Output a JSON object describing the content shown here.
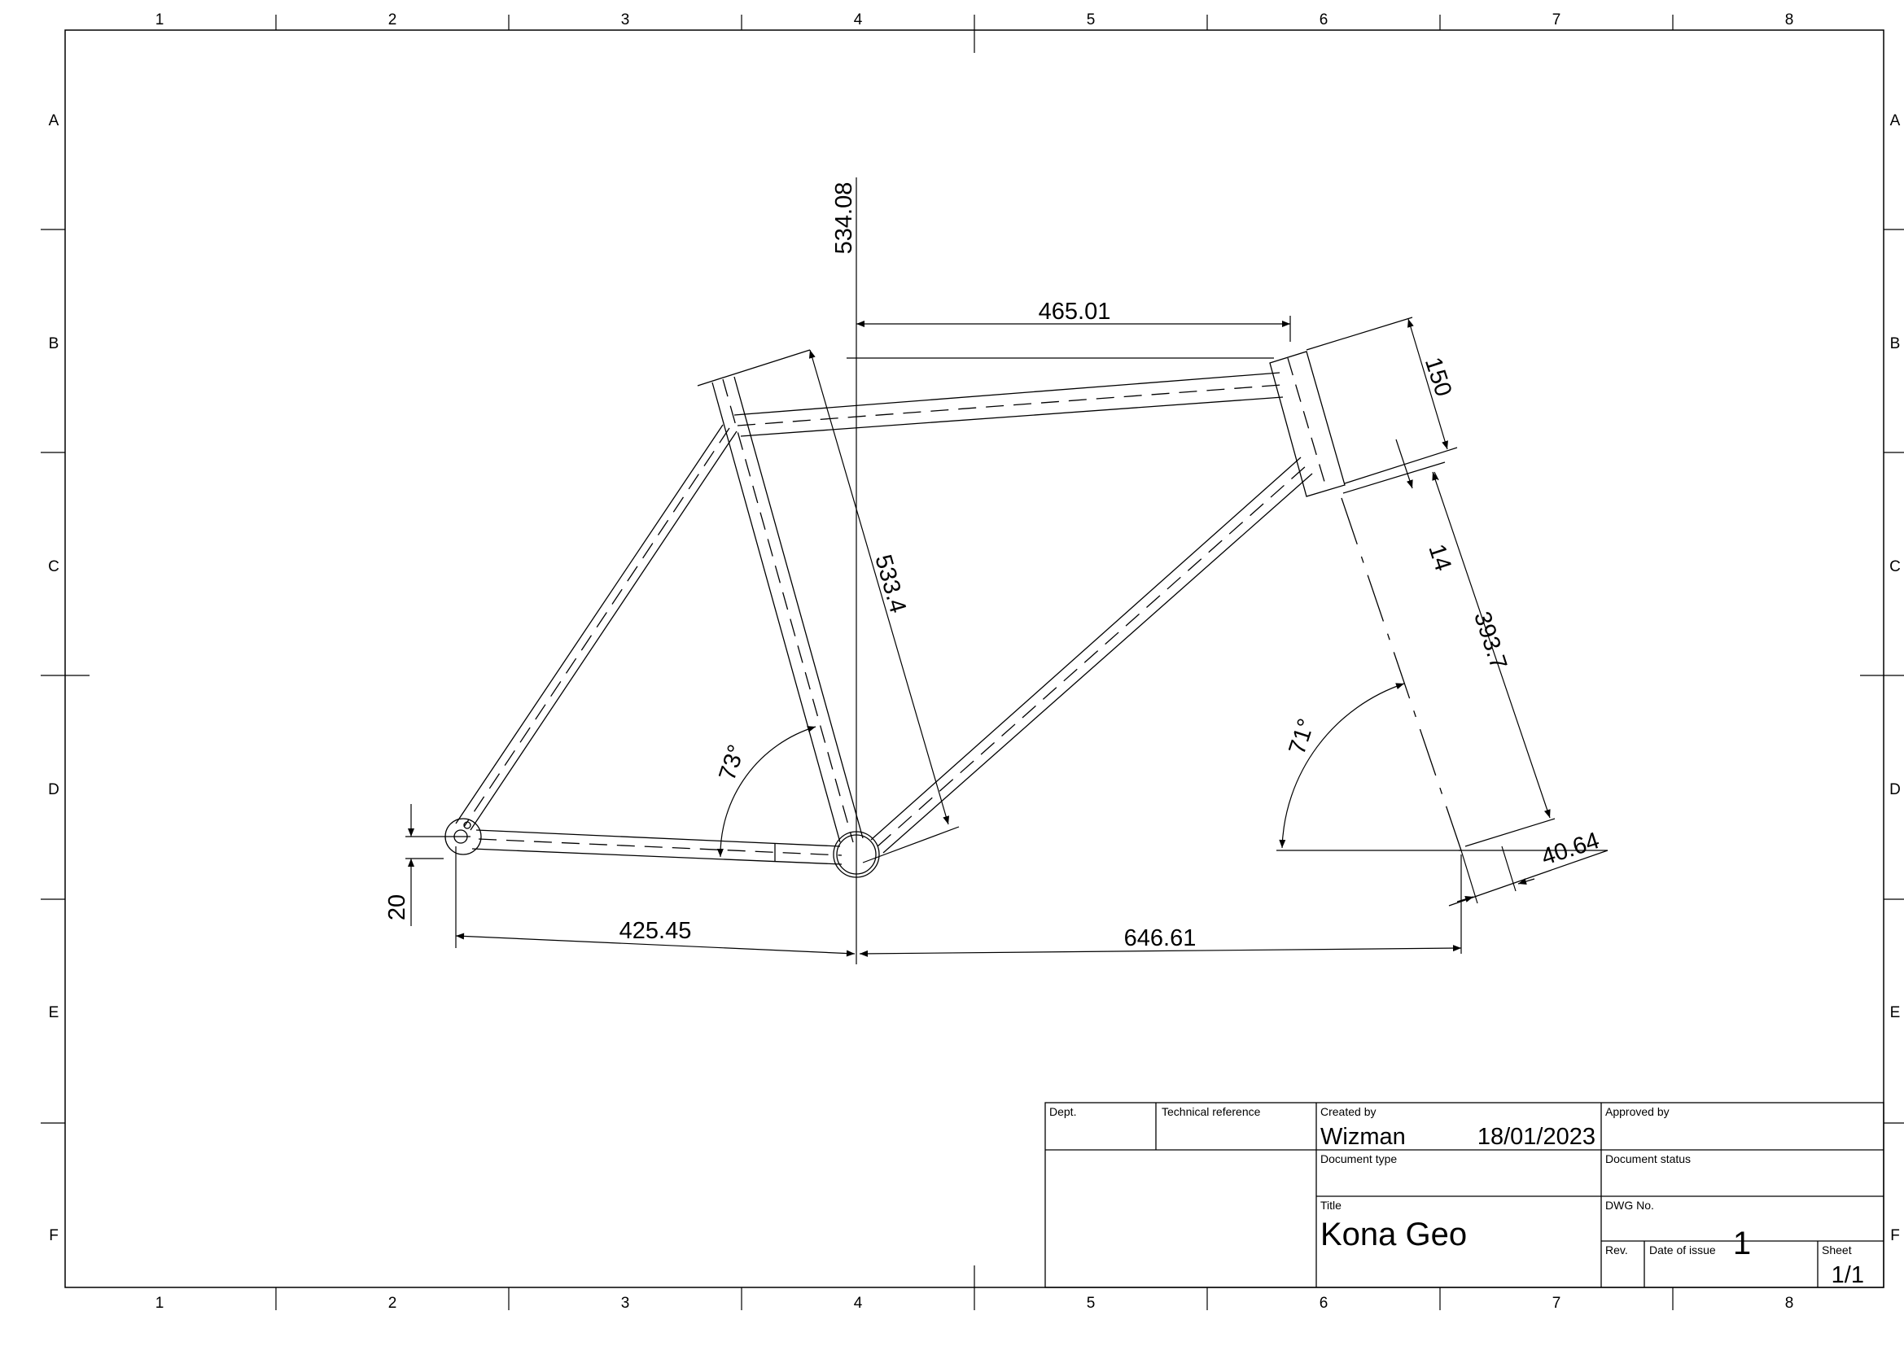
{
  "border": {
    "columns": [
      "1",
      "2",
      "3",
      "4",
      "5",
      "6",
      "7",
      "8"
    ],
    "rows": [
      "A",
      "B",
      "C",
      "D",
      "E",
      "F"
    ]
  },
  "dimensions": {
    "stack_height": "534.08",
    "reach": "465.01",
    "head_tube": "150",
    "headset_stack": "14",
    "fork_length": "393.7",
    "fork_offset": "40.64",
    "seat_tube": "533.4",
    "seat_angle": "73°",
    "head_angle": "71°",
    "bb_drop": "20",
    "chainstay": "425.45",
    "front_center": "646.61"
  },
  "title_block": {
    "dept_label": "Dept.",
    "tech_ref_label": "Technical reference",
    "created_by_label": "Created by",
    "created_by": "Wizman",
    "created_date": "18/01/2023",
    "approved_by_label": "Approved by",
    "doc_type_label": "Document type",
    "doc_status_label": "Document status",
    "title_label": "Title",
    "title": "Kona Geo",
    "dwg_no_label": "DWG No.",
    "dwg_no": "1",
    "rev_label": "Rev.",
    "date_of_issue_label": "Date of issue",
    "sheet_label": "Sheet",
    "sheet": "1/1"
  }
}
